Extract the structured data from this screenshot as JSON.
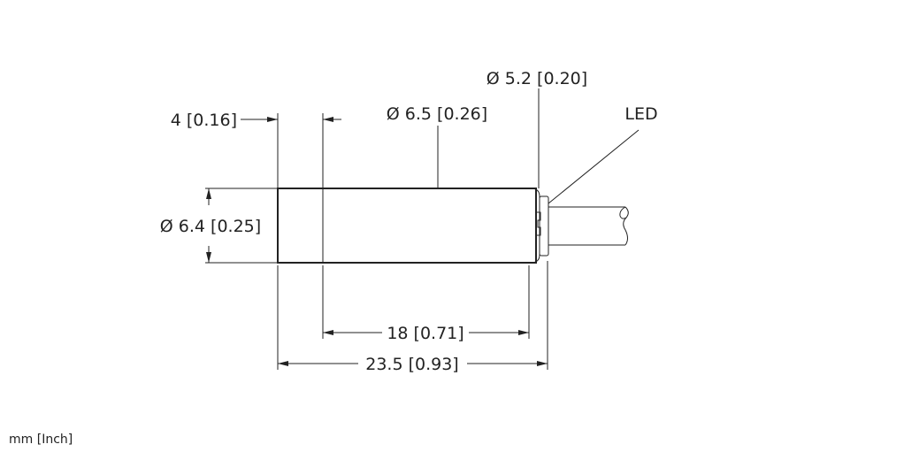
{
  "drawing": {
    "dimensions": {
      "face_length": "4 [0.16]",
      "body_diameter": "Ø 6.5 [0.26]",
      "cap_diameter": "Ø 5.2 [0.20]",
      "face_diameter": "Ø 6.4 [0.25]",
      "body_length": "18 [0.71]",
      "total_length": "23.5 [0.93]"
    },
    "led_label": "LED",
    "units_note": "mm [Inch]"
  }
}
